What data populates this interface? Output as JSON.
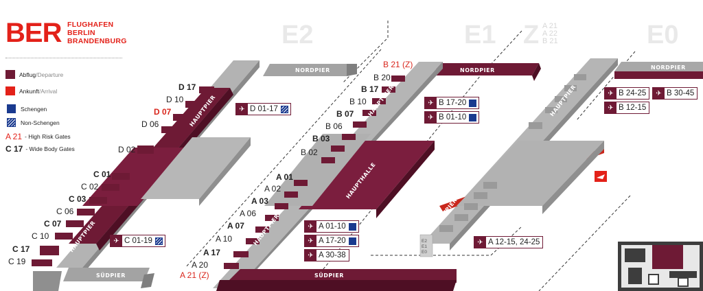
{
  "logo": {
    "mark": "BER",
    "line1": "FLUGHAFEN",
    "line2": "BERLIN",
    "line3": "BRANDENBURG"
  },
  "legend": {
    "departure": {
      "label": "Abflug",
      "sep": " / ",
      "en": "Departure"
    },
    "arrival": {
      "label": "Ankunft",
      "sep": " / ",
      "en": "Arrival"
    },
    "schengen": "Schengen",
    "non_schengen": "Non-Schengen",
    "high_risk": {
      "code": "A 21",
      "text": "- High Risk Gates"
    },
    "wide_body": {
      "code": "C 17",
      "text": "- Wide Body Gates"
    }
  },
  "zones": {
    "e2": "E2",
    "e1": "E1",
    "z": "Z",
    "z_sub": [
      "A 21",
      "A 22",
      "B 21"
    ],
    "e0": "E0"
  },
  "piers": {
    "nordpier": "NORDPIER",
    "hauptpier": "HAUPTPIER",
    "suedpier": "SÜDPIER",
    "haupthalle": "HAUPTHALLE"
  },
  "gates_d": [
    "D 17",
    "D 10",
    "D 07",
    "D 06",
    "D 02"
  ],
  "gates_c": [
    "C 01",
    "C 02",
    "C 03",
    "C 06",
    "C 07",
    "C 10",
    "C 17",
    "C 19"
  ],
  "gates_b": [
    "B 21 (Z)",
    "B 20",
    "B 17",
    "B 10",
    "B 07",
    "B 06",
    "B 03",
    "B 02"
  ],
  "gates_a": [
    "A 01",
    "A 02",
    "A 03",
    "A 06",
    "A 07",
    "A 10",
    "A 17",
    "A 20",
    "A 21 (Z)"
  ],
  "tags": {
    "d01_17": "D 01-17",
    "c01_19": "C 01-19",
    "b17_20": "B 17-20",
    "b01_10": "B 01-10",
    "a01_10": "A 01-10",
    "a17_20": "A 17-20",
    "a30_38": "A 30-38",
    "b24_25": "B 24-25",
    "b30_45": "B 30-45",
    "b12_15": "B 12-15",
    "a12_15": "A 12-15, 24-25"
  },
  "e_stack": [
    "E2",
    "E1",
    "E0"
  ],
  "colors": {
    "departure": "#6e1a35",
    "arrival": "#e32119",
    "schengen": "#1a3a8f",
    "building_gray": "#9a9a9a"
  }
}
